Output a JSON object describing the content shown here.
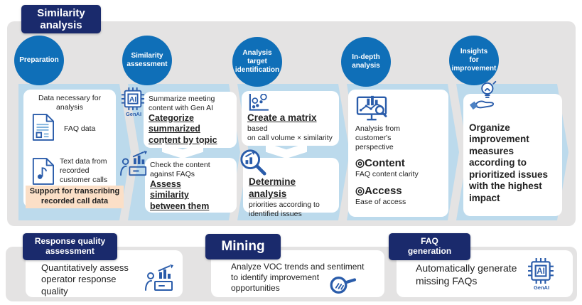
{
  "colors": {
    "navy": "#1a2a6c",
    "circle_blue": "#0f6fb8",
    "chevron_blue": "#bcdaec",
    "panel_gray": "#e4e3e3",
    "highlight_peach": "#fbdfc7",
    "icon_blue": "#2a5caa"
  },
  "flow": {
    "title": "Similarity\nanalysis",
    "stages": [
      {
        "name": "Preparation",
        "box_title": "Data necessary for\nanalysis",
        "items": [
          {
            "icon": "faq-document-icon",
            "label": "FAQ data"
          },
          {
            "icon": "audio-document-icon",
            "label": "Text data from\nrecorded\ncustomer calls"
          }
        ],
        "highlight": "Support for transcribing\nrecorded call data"
      },
      {
        "name": "Similarity\nassessment",
        "boxes": [
          {
            "icon": "genai-chip-icon",
            "icon_label": "GenAI",
            "text": "Summarize meeting\ncontent with Gen AI",
            "emphasis": "Categorize\nsummarized\ncontent by topic"
          },
          {
            "icon": "analyst-desk-icon",
            "text": "Check the content\nagainst FAQs",
            "emphasis": "Assess\nsimilarity\nbetween them"
          }
        ]
      },
      {
        "name": "Analysis\ntarget\nidentification",
        "boxes": [
          {
            "icon": "scatter-plot-icon",
            "emphasis": "Create a matrix",
            "text": "based\non call volume × similarity"
          },
          {
            "icon": "magnifier-chart-icon",
            "emphasis": "Determine analysis",
            "text": "priorities according to\nidentified issues"
          }
        ]
      },
      {
        "name": "In-depth\nanalysis",
        "icon": "monitor-analysis-icon",
        "text": "Analysis from\ncustomer's\nperspective",
        "points": [
          {
            "heading": "◎Content",
            "detail": "FAQ content clarity"
          },
          {
            "heading": "◎Access",
            "detail": "Ease of access"
          }
        ]
      },
      {
        "name": "Insights\nfor\nimprovement",
        "icon": "hand-lightbulb-icon",
        "emphasis": "Organize\nimprovement\nmeasures\naccording to\nprioritized issues\nwith the highest\nimpact"
      }
    ]
  },
  "bottom_sections": [
    {
      "label": "Response quality\nassessment",
      "text": "Quantitatively assess\noperator response\nquality",
      "icon": "analyst-desk-icon"
    },
    {
      "label": "Mining",
      "text": "Analyze VOC trends and sentiment\nto identify improvement\nopportunities",
      "icon": "voc-magnifier-icon"
    },
    {
      "label": "FAQ\ngeneration",
      "text": "Automatically generate\nmissing FAQs",
      "icon": "genai-chip-icon",
      "icon_label": "GenAI"
    }
  ]
}
